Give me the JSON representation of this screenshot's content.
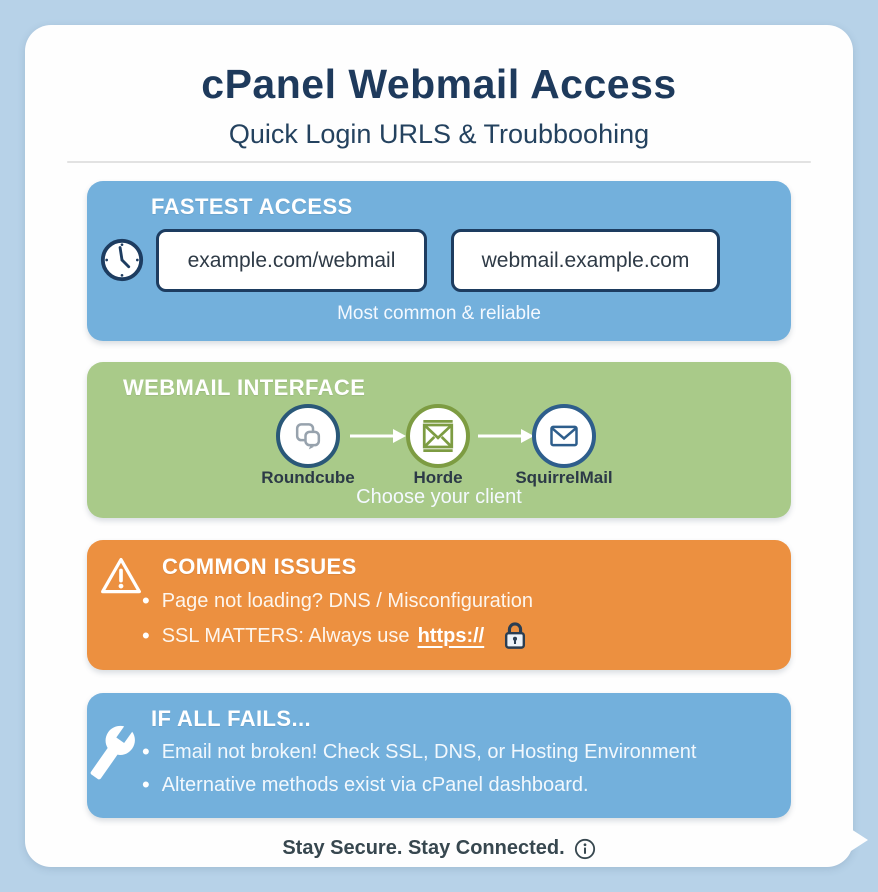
{
  "page": {
    "title": "cPanel Webmail Access",
    "subtitle": "Quick Login URLS & Troubboohing",
    "footer": "Stay Secure. Stay Connected."
  },
  "sections": {
    "fastest": {
      "heading": "FASTEST ACCESS",
      "url1": "example.com/webmail",
      "url2": "webmail.example.com",
      "caption": "Most common & reliable"
    },
    "interface": {
      "heading": "WEBMAIL INTERFACE",
      "clients": [
        {
          "name": "Roundcube"
        },
        {
          "name": "Horde"
        },
        {
          "name": "SquirrelMail"
        }
      ],
      "caption": "Choose your client"
    },
    "issues": {
      "heading": "COMMON ISSUES",
      "bullet1": "Page not loading? DNS / Misconfiguration",
      "bullet2_prefix": "SSL MATTERS: Always use",
      "bullet2_link": "https://"
    },
    "fails": {
      "heading": "IF ALL FAILS...",
      "bullet1": "Email not broken! Check SSL, DNS, or Hosting Environment",
      "bullet2": "Alternative methods exist via cPanel dashboard."
    }
  },
  "icons": {
    "clock": "clock-icon",
    "roundcube": "roundcube-icon",
    "horde": "horde-envelope-icon",
    "squirrelmail": "squirrelmail-envelope-icon",
    "arrow": "arrow-right-icon",
    "warning": "warning-triangle-icon",
    "lock": "padlock-icon",
    "wrench": "wrench-icon",
    "info": "info-icon"
  },
  "colors": {
    "page_background": "#b7d2e8",
    "card_background": "#fefefe",
    "title_navy": "#1e3a5c",
    "section_blue": "#73b0dc",
    "section_green": "#a9ca89",
    "section_orange": "#ec9040",
    "box_border_navy": "#1d3c60",
    "horde_green": "#7d9c42",
    "squirrel_blue": "#2e5e8c"
  }
}
